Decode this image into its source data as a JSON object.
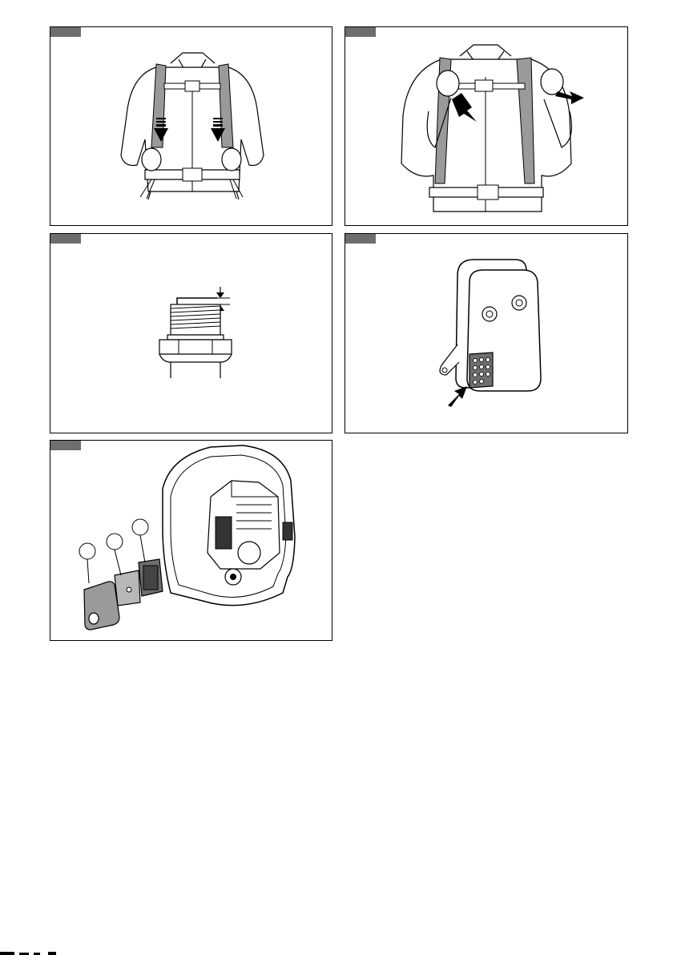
{
  "colors": {
    "tab": "#6e6e6e",
    "line": "#000000",
    "shade": "#9a9a9a",
    "fill": "#ffffff"
  },
  "figures": [
    {
      "id": "fig-1",
      "subject": "shoulder-straps-pull-down",
      "icon": "arrow-down-icon"
    },
    {
      "id": "fig-2",
      "subject": "shoulder-straps-loosen",
      "icon": "arrow-diagonal-icon"
    },
    {
      "id": "fig-3",
      "subject": "spark-plug-gap",
      "icon": "gap-arrows-icon"
    },
    {
      "id": "fig-4",
      "subject": "muffler-spark-arrester",
      "icon": "arrow-pointer-icon"
    },
    {
      "id": "fig-5",
      "subject": "air-filter-exploded",
      "callouts": [
        "",
        "",
        ""
      ]
    }
  ]
}
